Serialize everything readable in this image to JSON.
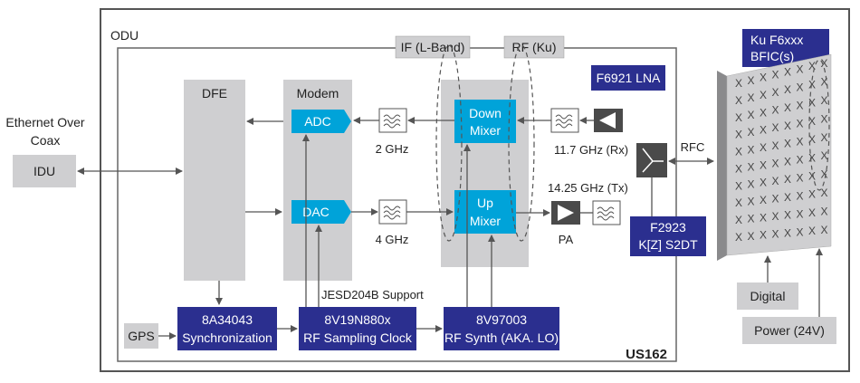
{
  "labels": {
    "odu": "ODU",
    "if_band": "IF (L-Band)",
    "rf_ku": "RF (Ku)",
    "lna": "F6921 LNA",
    "ku_bfic_line1": "Ku F6xxx",
    "ku_bfic_line2": "BFIC(s)",
    "ethernet_line1": "Ethernet Over",
    "ethernet_line2": "Coax",
    "idu": "IDU",
    "dfe": "DFE",
    "modem": "Modem",
    "adc": "ADC",
    "dac": "DAC",
    "filter_2ghz": "2 GHz",
    "filter_4ghz": "4 GHz",
    "down_mixer_line1": "Down",
    "down_mixer_line2": "Mixer",
    "up_mixer_line1": "Up",
    "up_mixer_line2": "Mixer",
    "rx_freq": "11.7 GHz (Rx)",
    "tx_freq": "14.25 GHz (Tx)",
    "pa": "PA",
    "rfc": "RFC",
    "switch_line1": "F2923",
    "switch_line2": "K[Z]  S2DT",
    "jesd": "JESD204B Support",
    "gps": "GPS",
    "sync_line1": "8A34043",
    "sync_line2": "Synchronization",
    "clock_line1": "8V19N880x",
    "clock_line2": "RF Sampling Clock",
    "synth_line1": "8V97003",
    "synth_line2": "RF Synth (AKA. LO)",
    "us162": "US162",
    "digital": "Digital",
    "power": "Power (24V)",
    "antenna_mark": "X"
  },
  "colors": {
    "navy": "#2B2F8F",
    "cyan": "#00A3D9",
    "gray_block": "#CFCFD1",
    "dark_gray": "#4A4A4A",
    "line": "#555555"
  }
}
